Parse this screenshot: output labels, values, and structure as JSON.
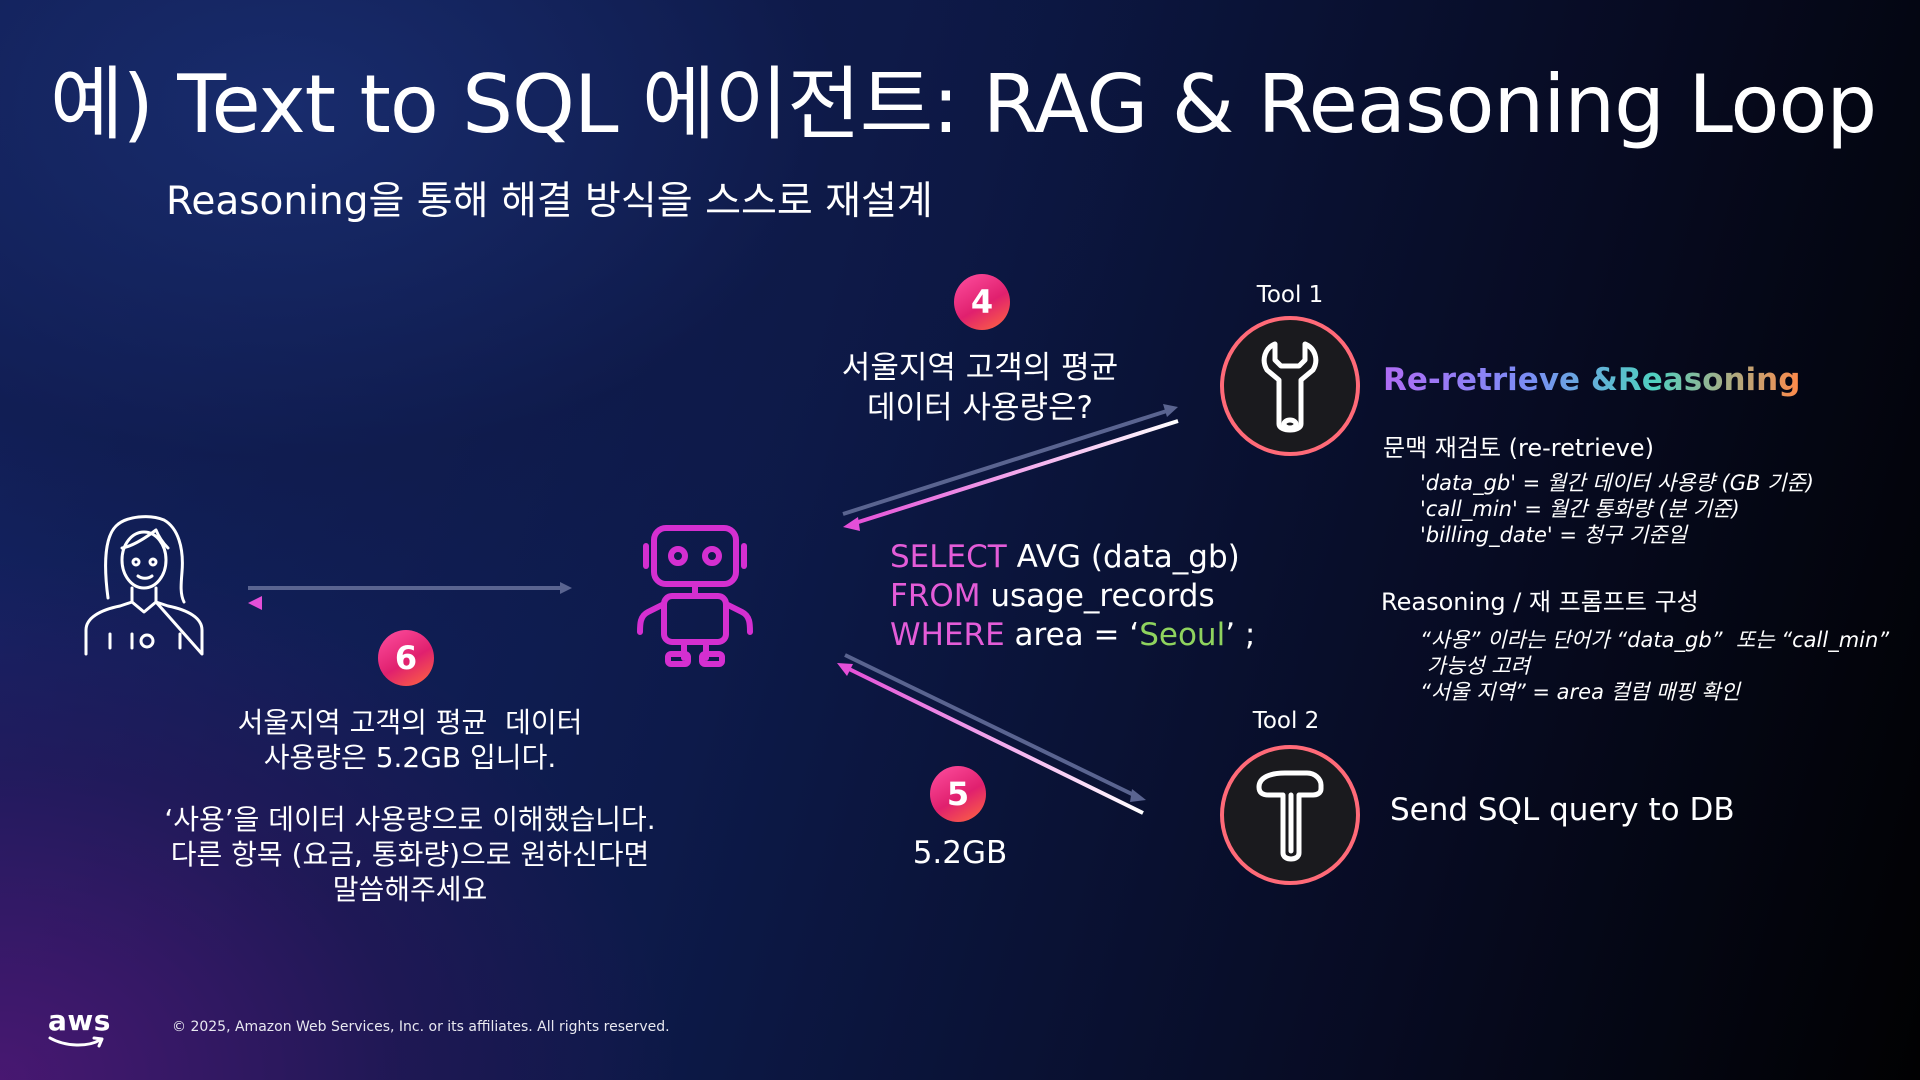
{
  "slide": {
    "title": "예) Text to SQL 에이전트: RAG & Reasoning Loop",
    "subtitle": "Reasoning을 통해 해결 방식을 스스로 재설계"
  },
  "steps": {
    "step4": "4",
    "step5": "5",
    "step6": "6"
  },
  "question": {
    "line1": "서울지역 고객의 평균",
    "line2": "데이터 사용량은?"
  },
  "answer_value": "5.2GB",
  "reply": {
    "line1": "서울지역 고객의 평균  데이터",
    "line2": "사용량은 5.2GB 입니다.",
    "line3": "‘사용’을 데이터 사용량으로 이해했습니다.",
    "line4": "다른 항목 (요금, 통화량)으로 원하신다면",
    "line5": "말씀해주세요"
  },
  "sql": {
    "kw1": "SELECT",
    "t1": " AVG (data_gb)",
    "kw2": "FROM",
    "t2": " usage_records",
    "kw3": "WHERE",
    "t3a": " area = ‘",
    "str": "Seoul",
    "t3b": "’ ;"
  },
  "tools": {
    "tool1_label": "Tool 1",
    "tool2_label": "Tool 2",
    "tool1_icon": "wrench-icon",
    "tool2_icon": "hammer-icon"
  },
  "reasoning_panel": {
    "title": "Re-retrieve &Reasoning",
    "section1_title": "문맥 재검토 (re-retrieve)",
    "section1_lines": [
      "'data_gb' = 월간 데이터 사용량 (GB 기준)",
      "'call_min' = 월간 통화량 (분 기준)",
      "'billing_date' = 청구 기준일"
    ],
    "section2_title": "Reasoning / 재 프롬프트 구성",
    "section2_lines": [
      "“사용” 이라는 단어가 “data_gb”  또는 “call_min”",
      " 가능성 고려",
      "“서울 지역” = area 컬럼 매핑 확인"
    ]
  },
  "tool2_action": "Send SQL query to DB",
  "footer": {
    "brand": "aws",
    "copyright": "© 2025, Amazon Web Services, Inc. or its affiliates. All rights reserved."
  },
  "colors": {
    "accent_pink": "#e0206e",
    "sql_keyword": "#e45cd8",
    "sql_string": "#8fd35e",
    "robot": "#d42fd0",
    "tool_ring": "#ff6a78"
  }
}
